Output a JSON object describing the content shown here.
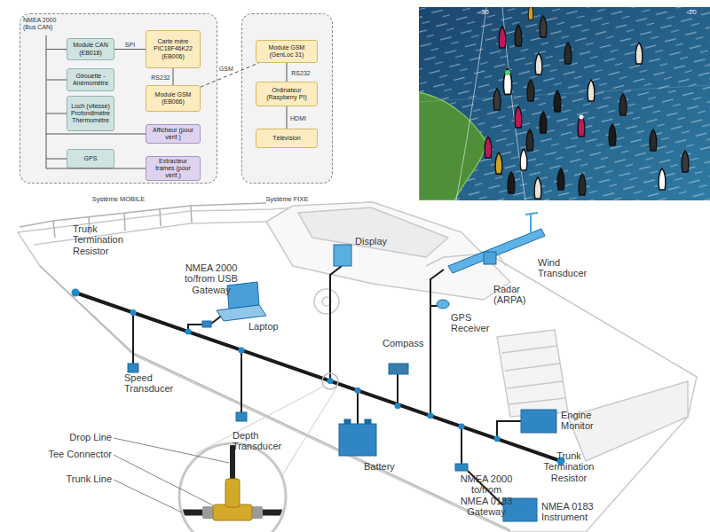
{
  "diagram": {
    "nodes": [
      {
        "text": [
          "Système MOBILE"
        ]
      },
      {
        "text": [
          "Module CAN (EB018)"
        ],
        "in": 0
      },
      {
        "text": [
          "Carte mère PIC18F46K22 (EB006)"
        ],
        "in": 0
      },
      {
        "text": [
          "Girouette - Anémomètre"
        ],
        "in": 0
      },
      {
        "text": [
          "Module GSM (EB066)"
        ],
        "in": 0
      },
      {
        "text": [
          "Loch (vitesse) Profondimètre Thermomètre"
        ],
        "in": 0
      },
      {
        "text": [
          "Afficheur (pour vérif.)"
        ],
        "in": 0
      },
      {
        "text": [
          "GPS"
        ],
        "in": 0
      },
      {
        "text": [
          "Extracteur trames (pour vérif.)"
        ],
        "in": 0
      },
      {
        "text": [
          "Système FIXE"
        ]
      },
      {
        "text": [
          "Module GSM (GenLoc 31)"
        ],
        "in": 9
      },
      {
        "text": [
          "Ordinateur (Raspberry PI)"
        ],
        "in": 9
      },
      {
        "text": [
          "Télévision"
        ],
        "in": 9
      }
    ],
    "edges": [
      {
        "from": 1,
        "to": 2,
        "label": "SPI",
        "arrow": "none"
      },
      {
        "from": 2,
        "to": 4,
        "label": "RS232",
        "arrow": "none"
      },
      {
        "from": 4,
        "to": 10,
        "label": "GSM",
        "arrow": "none"
      },
      {
        "from": 10,
        "to": 11,
        "label": "RS232",
        "arrow": "none"
      },
      {
        "from": 11,
        "to": 12,
        "label": "HDMI",
        "arrow": "none"
      }
    ],
    "labels": [
      "NMEA 2000 (Bus CAN)",
      "-30",
      "-20",
      "Trunk Termination Resistor",
      "NMEA 2000 to/from USB Gateway",
      "Laptop",
      "Display",
      "Speed Transducer",
      "Compass",
      "Depth Transducer",
      "Battery",
      "Wind Transducer",
      "Radar (ARPA)",
      "GPS Receiver",
      "Engine Monitor",
      "Trunk Termination Resistor",
      "NMEA 2000 to/from NMEA 0183 Gateway",
      "NMEA 0183 Instrument",
      "Drop Line",
      "Tee Connector",
      "Trunk Line"
    ]
  }
}
